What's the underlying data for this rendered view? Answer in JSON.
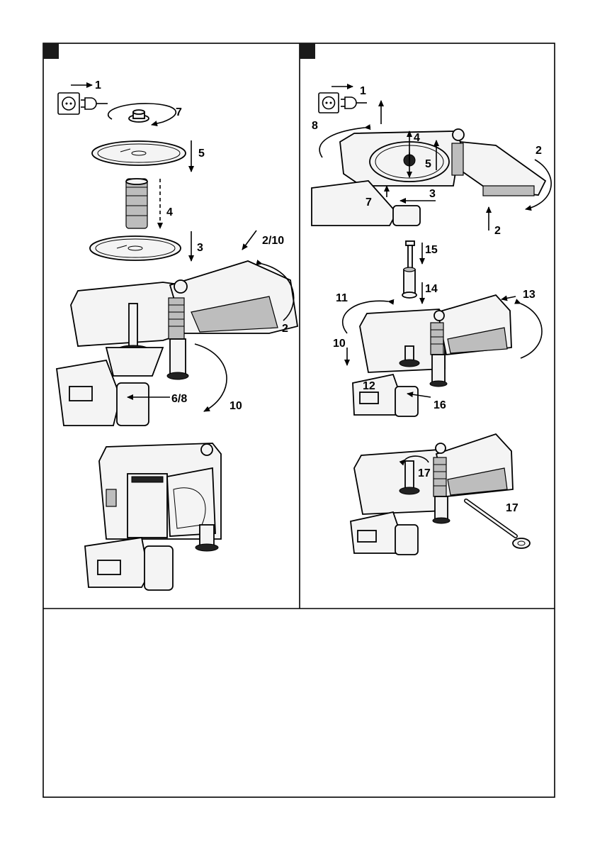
{
  "figure_left": {
    "callouts": {
      "c1": "1",
      "c7": "7",
      "c5": "5",
      "c4": "4",
      "c3": "3",
      "c210": "2/10",
      "c2": "2",
      "c68": "6/8",
      "c10": "10"
    },
    "icons": [
      "power-socket-icon",
      "power-plug-icon"
    ]
  },
  "figure_right": {
    "callouts": {
      "c1": "1",
      "c8": "8",
      "c4": "4",
      "c5": "5",
      "c2a": "2",
      "c7": "7",
      "c3": "3",
      "c2b": "2",
      "c15": "15",
      "c14": "14",
      "c11": "11",
      "c13": "13",
      "c10": "10",
      "c12": "12",
      "c16": "16",
      "c17a": "17",
      "c17b": "17"
    },
    "icons": [
      "power-socket-icon",
      "power-plug-icon"
    ]
  },
  "colors": {
    "line": "#000000",
    "tag": "#1a1a1a",
    "background": "#ffffff"
  }
}
